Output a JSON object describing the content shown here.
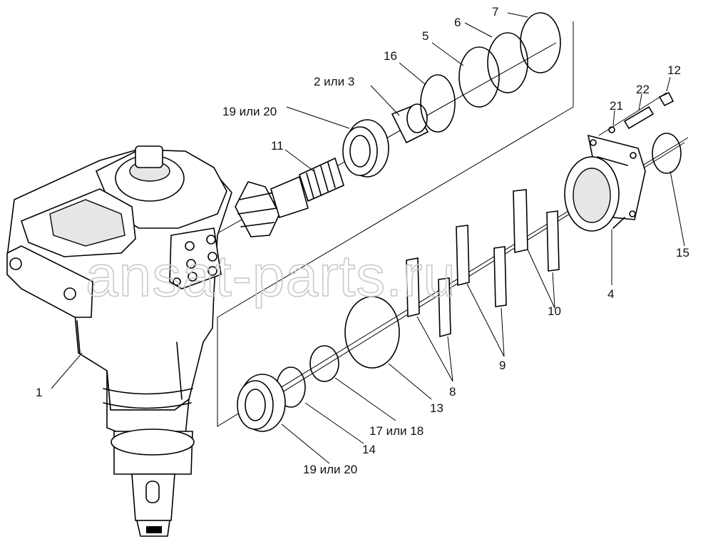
{
  "watermark": "ansat-parts.ru",
  "labels": {
    "p1": "1",
    "p2or3": "2 или 3",
    "p4": "4",
    "p5": "5",
    "p6": "6",
    "p7": "7",
    "p8": "8",
    "p9": "9",
    "p10": "10",
    "p11": "11",
    "p12": "12",
    "p13": "13",
    "p14": "14",
    "p15": "15",
    "p16": "16",
    "p17or18": "17 или 18",
    "p19or20_top": "19 или 20",
    "p19or20_bottom": "19 или 20",
    "p21": "21",
    "p22": "22"
  }
}
